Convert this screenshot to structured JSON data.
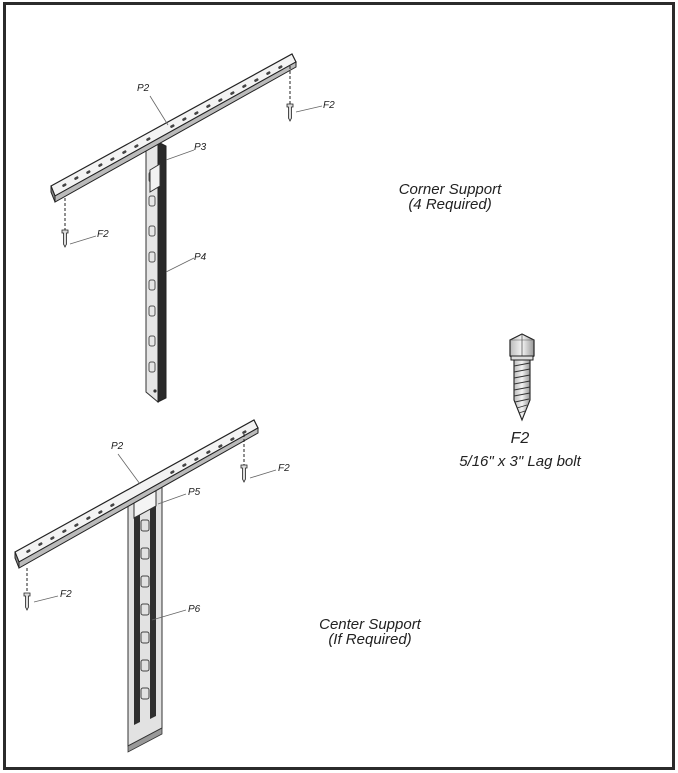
{
  "corner_support": {
    "title": "Corner Support",
    "qty": "(4 Required)",
    "labels": {
      "rail": "P2",
      "bracket_top": "P3",
      "bracket_body": "P4",
      "bolt_right": "F2",
      "bolt_left": "F2"
    }
  },
  "center_support": {
    "title": "Center Support",
    "qty": "(If Required)",
    "labels": {
      "rail": "P2",
      "bracket_top": "P5",
      "bracket_body": "P6",
      "bolt_right": "F2",
      "bolt_left": "F2"
    }
  },
  "hardware": {
    "code": "F2",
    "description": "5/16\" x 3\" Lag bolt"
  }
}
